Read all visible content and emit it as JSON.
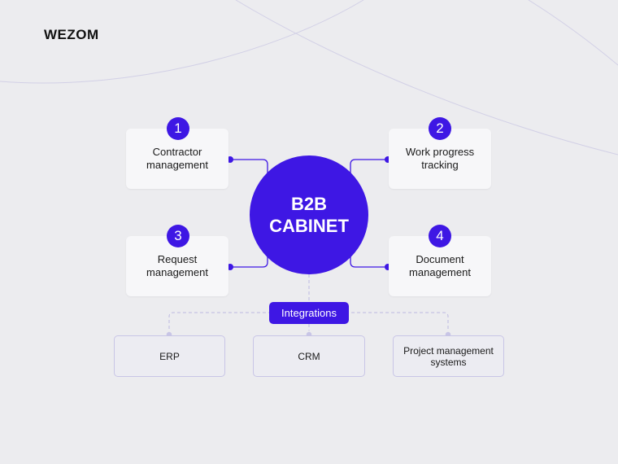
{
  "brand": {
    "logo_text": "WEZOM"
  },
  "colors": {
    "accent": "#3E17E4",
    "background": "#ECECEF",
    "card": "#F7F7F9",
    "dashed_line": "#C8C5E6"
  },
  "hub": {
    "label": "B2B CABINET"
  },
  "features": [
    {
      "number": "1",
      "label": "Contractor management"
    },
    {
      "number": "2",
      "label": "Work progress tracking"
    },
    {
      "number": "3",
      "label": "Request management"
    },
    {
      "number": "4",
      "label": "Document management"
    }
  ],
  "integrations": {
    "label": "Integrations",
    "systems": [
      {
        "label": "ERP"
      },
      {
        "label": "CRM"
      },
      {
        "label": "Project management systems"
      }
    ]
  }
}
